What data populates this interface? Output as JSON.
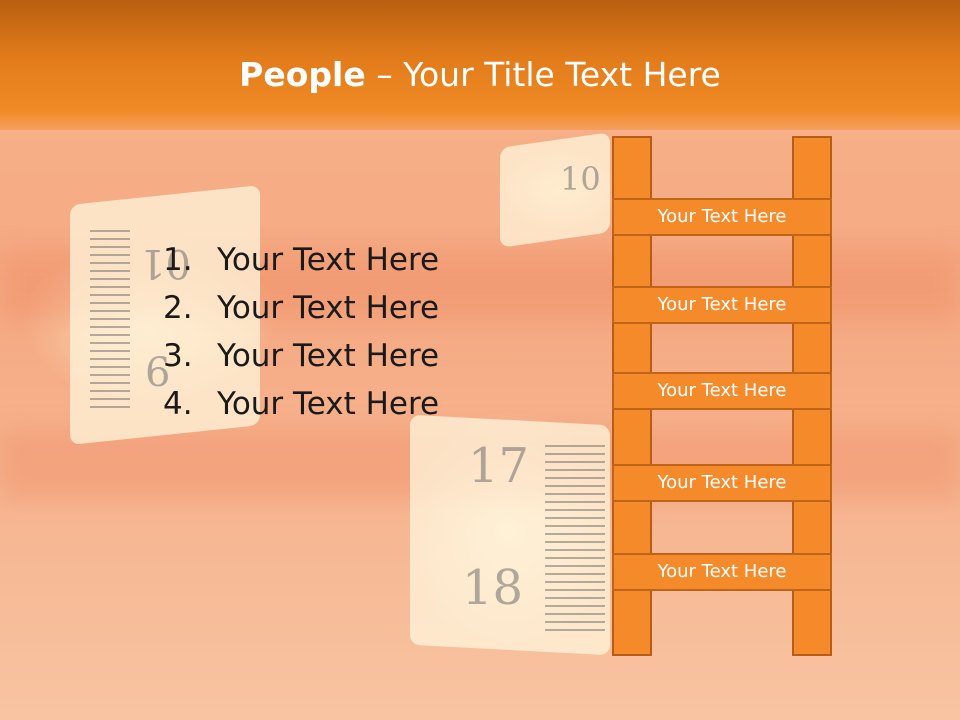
{
  "title": {
    "bold": "People",
    "rest": " – Your Title Text Here"
  },
  "list": [
    {
      "num": "1.",
      "text": "Your Text Here"
    },
    {
      "num": "2.",
      "text": "Your Text Here"
    },
    {
      "num": "3.",
      "text": "Your Text Here"
    },
    {
      "num": "4.",
      "text": "Your Text Here"
    }
  ],
  "ladder": {
    "rungs": [
      "Your Text Here",
      "Your Text Here",
      "Your Text Here",
      "Your Text Here",
      "Your Text Here"
    ]
  },
  "background": {
    "ruler_numbers": [
      "17",
      "18",
      "10",
      "01",
      "6"
    ]
  },
  "colors": {
    "accent": "#f58a2a",
    "header": "#e27c1b",
    "border": "#b85c16"
  }
}
